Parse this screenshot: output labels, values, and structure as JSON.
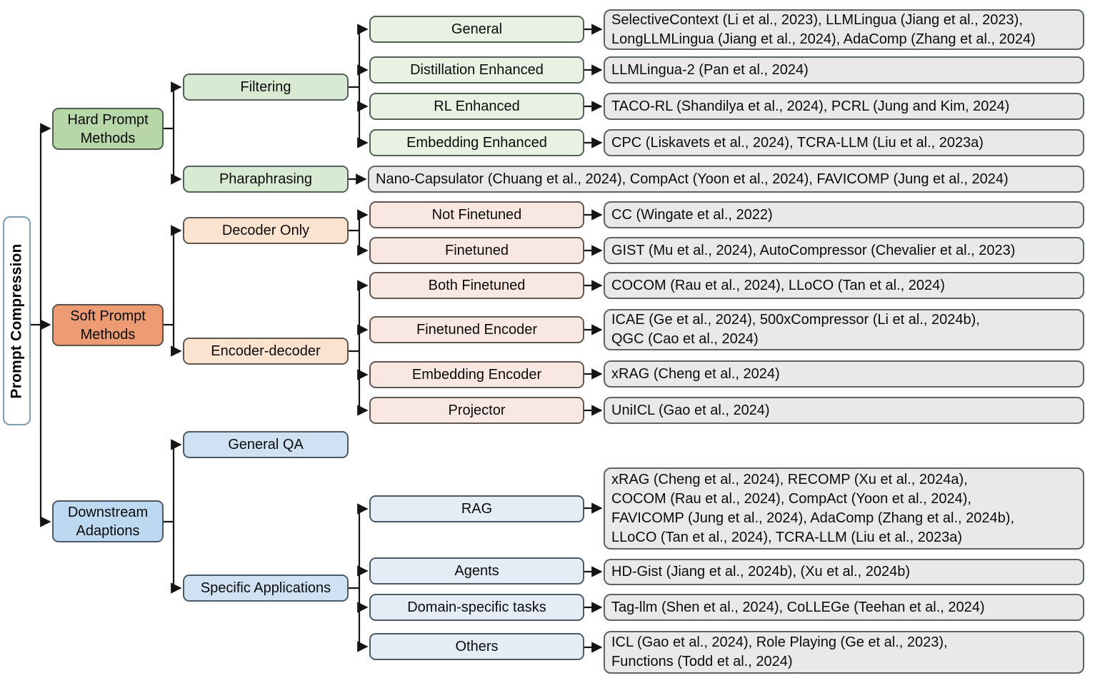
{
  "figure": {
    "title": "Prompt Compression taxonomy tree"
  },
  "palette": {
    "level1_green": "#b7d7a8",
    "level2_green": "#d9ead3",
    "level3_green": "#e9f1e3",
    "level1_orange": "#ec9b72",
    "level2_orange": "#fbe3d0",
    "level3_orange": "#f9e8e2",
    "level1_blue": "#bdd9f1",
    "level2_blue": "#cfe2f3",
    "level3_blue": "#e4edf6",
    "leaf_gray": "#e9e9e9",
    "connector_black": "#141414"
  },
  "tree": {
    "root": {
      "label": "Prompt Compression"
    },
    "branches": [
      {
        "label": "Hard Prompt\nMethods",
        "children": [
          {
            "label": "Filtering",
            "children": [
              {
                "label": "General",
                "papers": "SelectiveContext (Li et al., 2023), LLMLingua (Jiang et al., 2023),\nLongLLMLingua (Jiang et al., 2024), AdaComp (Zhang et al., 2024)"
              },
              {
                "label": "Distillation Enhanced",
                "papers": "LLMLingua-2 (Pan et al., 2024)"
              },
              {
                "label": "RL Enhanced",
                "papers": "TACO-RL (Shandilya et al., 2024), PCRL (Jung and Kim, 2024)"
              },
              {
                "label": "Embedding Enhanced",
                "papers": "CPC (Liskavets et al., 2024), TCRA-LLM (Liu et al., 2023a)"
              }
            ]
          },
          {
            "label": "Pharaphrasing",
            "papers": "Nano-Capsulator (Chuang et al., 2024), CompAct (Yoon et al., 2024), FAVICOMP (Jung et al., 2024)"
          }
        ]
      },
      {
        "label": "Soft Prompt\nMethods",
        "children": [
          {
            "label": "Decoder Only",
            "children": [
              {
                "label": "Not Finetuned",
                "papers": "CC (Wingate et al., 2022)"
              },
              {
                "label": "Finetuned",
                "papers": "GIST (Mu et al., 2024), AutoCompressor (Chevalier et al., 2023)"
              }
            ]
          },
          {
            "label": "Encoder-decoder",
            "children": [
              {
                "label": "Both Finetuned",
                "papers": "COCOM (Rau et al., 2024), LLoCO (Tan et al., 2024)"
              },
              {
                "label": "Finetuned Encoder",
                "papers": "ICAE (Ge et al., 2024), 500xCompressor (Li et al., 2024b),\nQGC (Cao et al., 2024)"
              },
              {
                "label": "Embedding Encoder",
                "papers": "xRAG (Cheng et al., 2024)"
              },
              {
                "label": "Projector",
                "papers": "UniICL (Gao et al., 2024)"
              }
            ]
          }
        ]
      },
      {
        "label": "Downstream\nAdaptions",
        "children": [
          {
            "label": "General QA"
          },
          {
            "label": "Specific Applications",
            "children": [
              {
                "label": "RAG",
                "papers": "xRAG (Cheng et al., 2024), RECOMP (Xu et al., 2024a),\nCOCOM (Rau et al., 2024), CompAct (Yoon et al., 2024),\nFAVICOMP (Jung et al., 2024), AdaComp (Zhang et al., 2024b),\nLLoCO (Tan et al., 2024), TCRA-LLM (Liu et al., 2023a)"
              },
              {
                "label": "Agents",
                "papers": "HD-Gist (Jiang et al., 2024b), (Xu et al., 2024b)"
              },
              {
                "label": "Domain-specific tasks",
                "papers": "Tag-llm (Shen et al., 2024), CoLLEGe (Teehan et al., 2024)"
              },
              {
                "label": "Others",
                "papers": "ICL (Gao et al., 2024), Role Playing (Ge et al., 2023),\nFunctions (Todd et al., 2024)"
              }
            ]
          }
        ]
      }
    ]
  }
}
